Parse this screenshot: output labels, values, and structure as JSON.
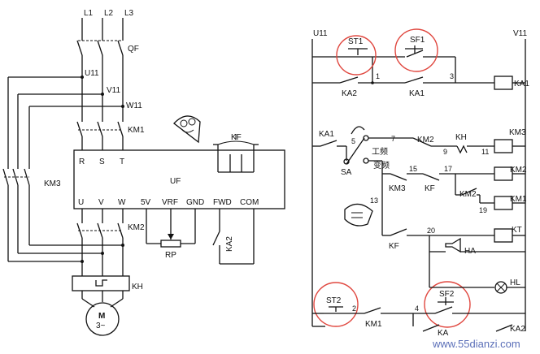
{
  "labels": {
    "l1": "L1",
    "l2": "L2",
    "l3": "L3",
    "qf": "QF",
    "u11_left": "U11",
    "v11_left": "V11",
    "w11": "W11",
    "km1_main": "KM1",
    "km3_main": "KM3",
    "km2_main": "KM2",
    "uf": "UF",
    "r": "R",
    "s": "S",
    "t": "T",
    "u": "U",
    "v": "V",
    "w": "W",
    "v5": "5V",
    "vrf": "VRF",
    "gnd": "GND",
    "fwd": "FWD",
    "com": "COM",
    "rp": "RP",
    "ka2_left": "KA2",
    "kf_top": "KF",
    "kh_left": "KH",
    "motor_m": "M",
    "motor_phase": "3~",
    "u11_right": "U11",
    "v11_right": "V11",
    "st1": "ST1",
    "sf1": "SF1",
    "ka2_coil_contact": "KA2",
    "ka1_contact": "KA1",
    "n1": "1",
    "n3": "3",
    "ka1_coil": "KA1",
    "ka1_sw": "KA1",
    "n5": "5",
    "n7": "7",
    "sa": "SA",
    "gongpin": "工频",
    "bianpin": "变频",
    "km2_c": "KM2",
    "kh_c": "KH",
    "n9": "9",
    "n11": "11",
    "km3_coil": "KM3",
    "n15": "15",
    "n17": "17",
    "km3_c": "KM3",
    "kf_c": "KF",
    "km2_coil": "KM2",
    "km2_c2": "KM2",
    "km1_coil": "KM1",
    "n19": "19",
    "n13": "13",
    "n20": "20",
    "kf_c2": "KF",
    "kt_coil": "KT",
    "ha": "HA",
    "hl": "HL",
    "st2": "ST2",
    "n2": "2",
    "km1_bottom": "KM1",
    "n4": "4",
    "sf2": "SF2",
    "ka_bottom": "KA",
    "ka2_bottom": "KA2"
  },
  "watermark": "www.55dianzi.com"
}
